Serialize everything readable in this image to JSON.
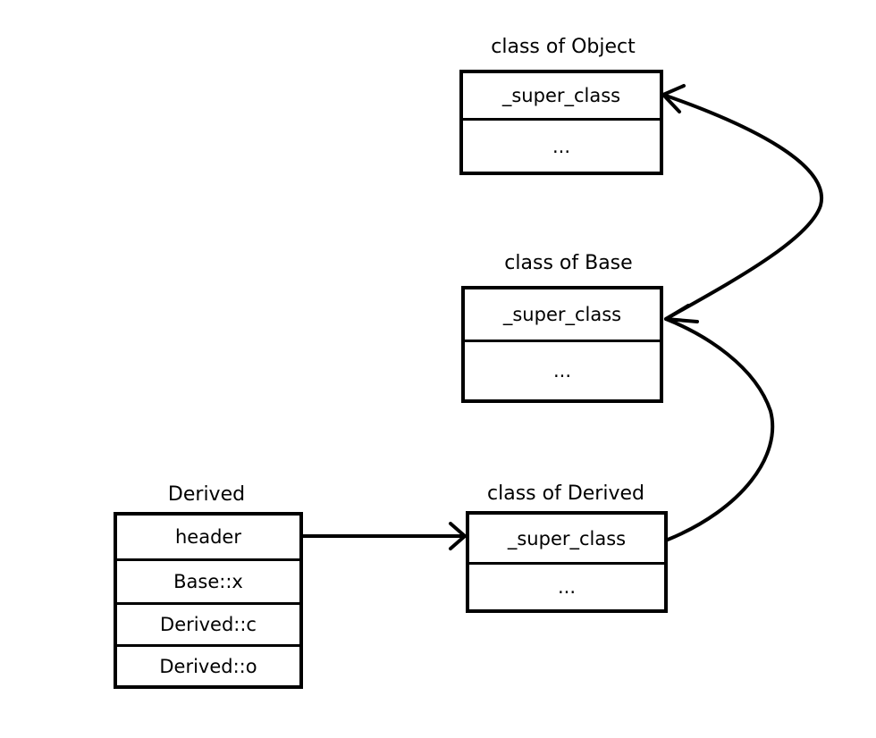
{
  "diagram": {
    "object_class": {
      "title": "class of Object",
      "fields": [
        "_super_class",
        "..."
      ]
    },
    "base_class": {
      "title": "class of Base",
      "fields": [
        "_super_class",
        "..."
      ]
    },
    "derived_class": {
      "title": "class of Derived",
      "fields": [
        "_super_class",
        "..."
      ]
    },
    "derived_instance": {
      "title": "Derived",
      "fields": [
        "header",
        "Base::x",
        "Derived::c",
        "Derived::o"
      ]
    }
  }
}
